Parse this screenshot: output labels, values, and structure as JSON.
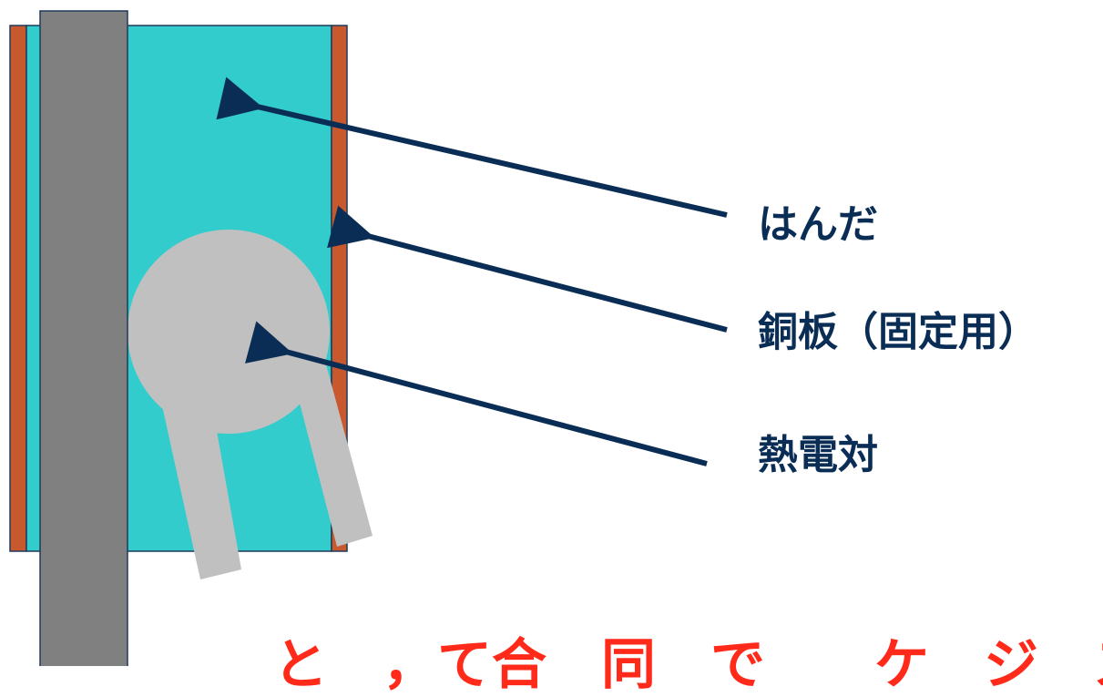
{
  "labels": {
    "solder": "はんだ",
    "copper_plate": "銅板（固定用）",
    "thermocouple": "熱電対"
  },
  "footer": {
    "caption": "と　，て合　同　で　　ケ　ジ　ス"
  },
  "colors": {
    "solder": "#33cccc",
    "copper": "#c8582e",
    "rod": "#808080",
    "thermocouple": "#c0c0c0",
    "arrow": "#0a2d55",
    "caption": "#ff2a1a"
  }
}
